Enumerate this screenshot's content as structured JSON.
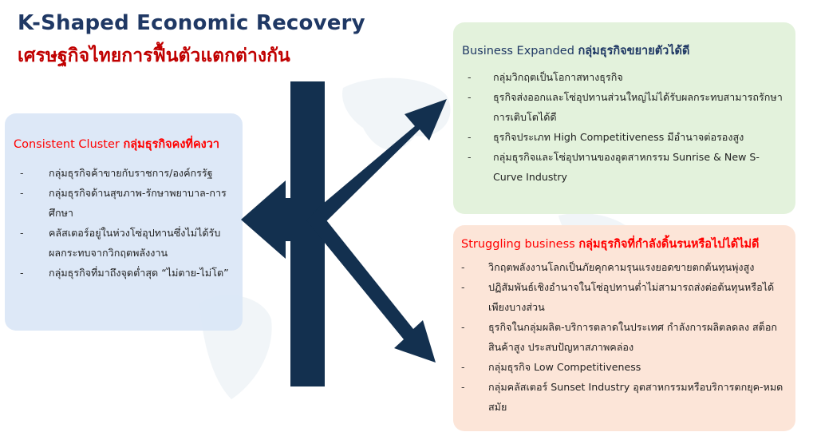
{
  "title": {
    "english": "K-Shaped Economic Recovery",
    "thai": "เศรษฐกิจไทยการฟื้นตัวแตกต่างกัน"
  },
  "consistent_cluster": {
    "title_en": "Consistent Cluster",
    "title_th": "กลุ่มธุรกิจคงที่คงวา",
    "items": [
      "กลุ่มธุรกิจค้าขายกับราชการ/องค์กรรัฐ",
      "กลุ่มธุรกิจด้านสุขภาพ-รักษาพยาบาล-การศึกษา",
      "คลัสเตอร์อยู่ในห่วงโซ่อุปทานซึ่งไม่ได้รับผลกระทบจากวิกฤตพลังงาน",
      "กลุ่มธุรกิจที่มาถึงจุดต่ำสุด “ไม่ตาย-ไม่โต”"
    ]
  },
  "business_expanded": {
    "title_en": "Business Expanded",
    "title_th": "กลุ่มธุรกิจขยายตัวได้ดี",
    "items": [
      "กลุ่มวิกฤตเป็นโอกาสทางธุรกิจ",
      "ธุรกิจส่งออกและโซ่อุปทานส่วนใหญ่ไม่ได้รับผลกระทบสามารถรักษาการเติบโตได้ดี",
      "ธุรกิจประเภท High Competitiveness มีอำนาจต่อรองสูง",
      "กลุ่มธุรกิจและโซ่อุปทานของอุตสาหกรรม Sunrise & New S-Curve Industry"
    ]
  },
  "struggling_business": {
    "title_en": "Struggling business",
    "title_th": "กลุ่มธุรกิจที่กำลังดิ้นรนหรือไปได้ไม่ดี",
    "items": [
      "วิกฤตพลังงานโลกเป็นภัยคุกคามรุนแรงยอดขายตกต้นทุนพุ่งสูง",
      "ปฏิสัมพันธ์เชิงอำนาจในโซ่อุปทานต่ำไม่สามารถส่งต่อต้นทุนหรือได้เพียงบางส่วน",
      "ธุรกิจในกลุ่มผลิต-บริการตลาดในประเทศ กำลังการผลิตลดลง สต็อกสินค้าสูง ประสบปัญหาสภาพคล่อง",
      "กลุ่มธุรกิจ Low Competitiveness",
      "กลุ่มคลัสเตอร์ Sunset Industry อุตสาหกรรมหรือบริการตกยุค-หมดสมัย"
    ]
  },
  "colors": {
    "navy": "#13304f",
    "title_blue": "#1f3864",
    "title_red": "#c00000",
    "accent_red": "#ff0000",
    "box_blue": "#dae6f6",
    "box_green": "#e2f1da",
    "box_peach": "#fce4d6"
  },
  "icons": [
    "world-map-background",
    "k-shape-arrow"
  ]
}
